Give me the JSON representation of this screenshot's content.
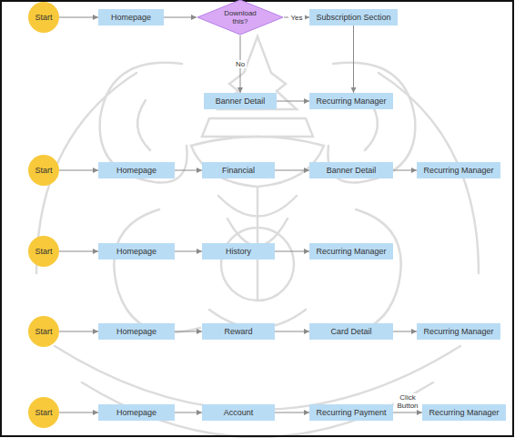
{
  "diagram": {
    "nodes": [
      {
        "text": [
          "Start"
        ]
      },
      {
        "text": [
          "Homepage"
        ]
      },
      {
        "text": [
          "Download this?"
        ]
      },
      {
        "text": [
          "Subscription Section"
        ]
      },
      {
        "text": [
          "Banner Detail"
        ]
      },
      {
        "text": [
          "Recurring Manager"
        ]
      },
      {
        "text": [
          "Start"
        ]
      },
      {
        "text": [
          "Homepage"
        ]
      },
      {
        "text": [
          "Financial"
        ]
      },
      {
        "text": [
          "Banner Detail"
        ]
      },
      {
        "text": [
          "Recurring Manager"
        ]
      },
      {
        "text": [
          "Start"
        ]
      },
      {
        "text": [
          "Homepage"
        ]
      },
      {
        "text": [
          "History"
        ]
      },
      {
        "text": [
          "Recurring Manager"
        ]
      },
      {
        "text": [
          "Start"
        ]
      },
      {
        "text": [
          "Homepage"
        ]
      },
      {
        "text": [
          "Reward"
        ]
      },
      {
        "text": [
          "Card Detail"
        ]
      },
      {
        "text": [
          "Recurring Manager"
        ]
      },
      {
        "text": [
          "Start"
        ]
      },
      {
        "text": [
          "Homepage"
        ]
      },
      {
        "text": [
          "Account"
        ]
      },
      {
        "text": [
          "Recurring Payment"
        ]
      },
      {
        "text": [
          "Recurring Manager"
        ]
      }
    ],
    "edges": [
      {
        "from": 0,
        "to": 1,
        "arrow": "to"
      },
      {
        "from": 1,
        "to": 2,
        "arrow": "to"
      },
      {
        "from": 2,
        "to": 3,
        "label": "Yes",
        "arrow": "to"
      },
      {
        "from": 2,
        "to": 4,
        "label": "No",
        "arrow": "to"
      },
      {
        "from": 4,
        "to": 5,
        "arrow": "to"
      },
      {
        "from": 3,
        "to": 5,
        "arrow": "to"
      },
      {
        "from": 6,
        "to": 7,
        "arrow": "to"
      },
      {
        "from": 7,
        "to": 8,
        "arrow": "to"
      },
      {
        "from": 8,
        "to": 9,
        "arrow": "to"
      },
      {
        "from": 9,
        "to": 10,
        "arrow": "to"
      },
      {
        "from": 11,
        "to": 12,
        "arrow": "to"
      },
      {
        "from": 12,
        "to": 13,
        "arrow": "to"
      },
      {
        "from": 13,
        "to": 14,
        "arrow": "to"
      },
      {
        "from": 15,
        "to": 16,
        "arrow": "to"
      },
      {
        "from": 16,
        "to": 17,
        "arrow": "to"
      },
      {
        "from": 17,
        "to": 18,
        "arrow": "to"
      },
      {
        "from": 18,
        "to": 19,
        "arrow": "to"
      },
      {
        "from": 20,
        "to": 21,
        "arrow": "to"
      },
      {
        "from": 21,
        "to": 22,
        "arrow": "to"
      },
      {
        "from": 22,
        "to": 23,
        "arrow": "to"
      },
      {
        "from": 23,
        "to": 24,
        "label": "Click Button",
        "arrow": "to"
      }
    ]
  }
}
